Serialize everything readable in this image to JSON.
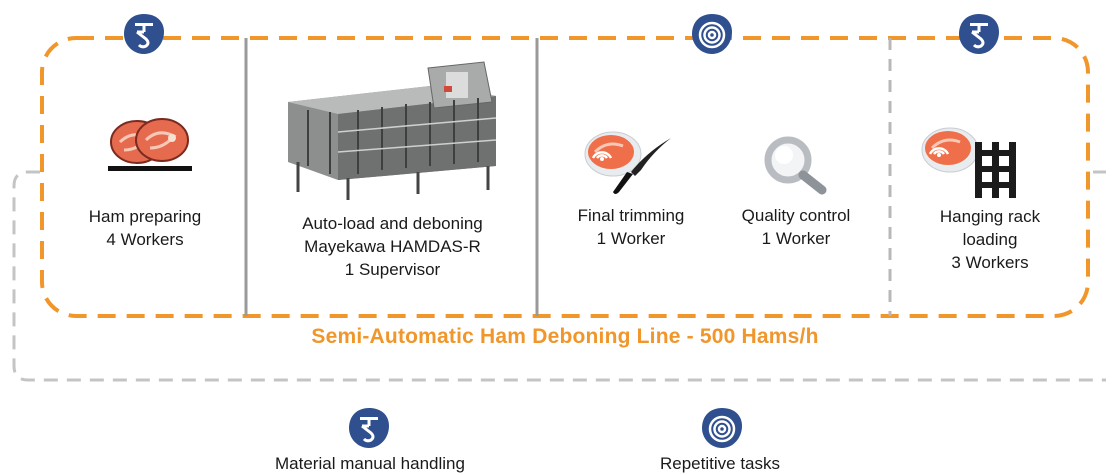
{
  "title": "Semi-Automatic Ham Deboning Line - 500 Hams/h",
  "stations": [
    {
      "name": "Ham preparing",
      "detail": "4 Workers",
      "icon": "ham-slices-icon"
    },
    {
      "name": "Auto-load and deboning",
      "machine": "Mayekawa HAMDAS-R",
      "detail": "1 Supervisor",
      "icon": "deboning-machine-image"
    },
    {
      "name": "Final trimming",
      "detail": "1 Worker",
      "icon": "meat-knife-icon"
    },
    {
      "name": "Quality control",
      "detail": "1 Worker",
      "icon": "magnifier-icon"
    },
    {
      "name": "Hanging rack",
      "name2": "loading",
      "detail": "3 Workers",
      "icon": "meat-rack-icon"
    }
  ],
  "legend": {
    "manual": {
      "label": "Material manual handling",
      "icon": "hook-icon"
    },
    "repetitive": {
      "label": "Repetitive tasks",
      "icon": "spiral-icon"
    }
  },
  "colors": {
    "accent": "#f0962a",
    "badge": "#2f4f8f",
    "divider_solid": "#9a9a9a",
    "divider_dashed": "#b8b8b8",
    "outer_border": "#c4c4c4"
  }
}
